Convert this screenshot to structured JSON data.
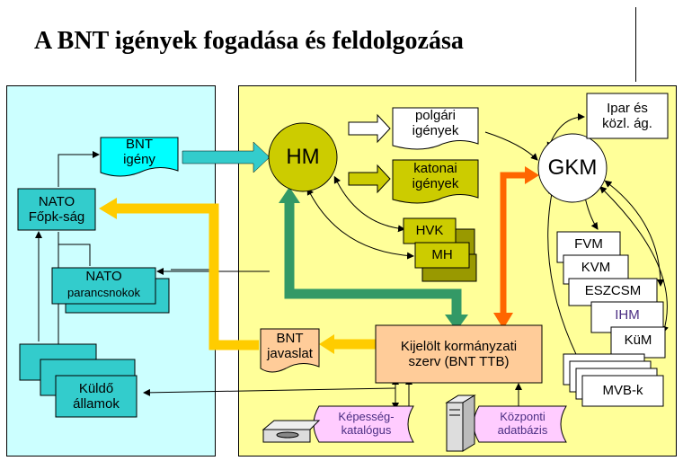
{
  "title": "A BNT igények fogadása és feldolgozása",
  "nodes": {
    "bnt_igeny": "BNT\nigény",
    "nato_fopk": "NATO\nFőpk-ság",
    "nato_parancsnokok_title": "NATO",
    "nato_parancsnokok_sub": "parancsnokok",
    "kuldo_allamok": "Küldő\nállamok",
    "bnt_javaslat": "BNT\njavaslat",
    "hm": "HM",
    "polgari_igenyek": "polgári\nigények",
    "katonai_igenyek": "katonai\nigények",
    "hvk": "HVK",
    "mh": "MH",
    "kijelolt_szerv": "Kijelölt kormányzati\nszerv (BNT TTB)",
    "gkm": "GKM",
    "ipar_kozl": "Ipar és\nközl. ág.",
    "fvm": "FVM",
    "kvm": "KVM",
    "eszcsm": "ESZCSM",
    "ihm": "IHM",
    "kum": "KüM",
    "mvb": "MVB-k",
    "kepesseg_katalogus": "Képesség-\nkatalógus",
    "kozponti_adatbazis": "Központi\nadatbázis"
  },
  "colors": {
    "left_panel": "#ccffff",
    "right_panel": "#ffff99",
    "teal_box": "#33cccc",
    "cyan_box": "#00ffff",
    "olive": "#cccc00",
    "olive_dark": "#999900",
    "salmon": "#ffcc99",
    "pink_db": "#ffccff",
    "arrow_teal": "#33cccc",
    "arrow_yellow": "#ffcc00",
    "arrow_green": "#339966",
    "arrow_orange": "#ff6600",
    "ihm_text": "#4b2e83"
  }
}
